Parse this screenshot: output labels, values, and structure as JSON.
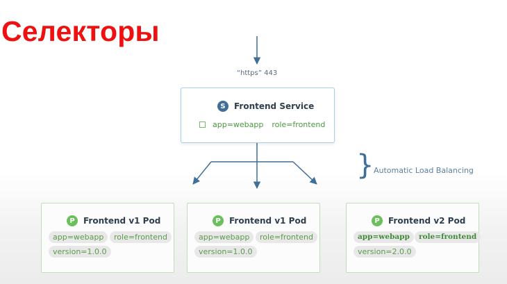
{
  "title": "Селекторы",
  "ingress": {
    "label": "“https” 443"
  },
  "service": {
    "badge": "S",
    "name": "Frontend Service",
    "selectors": [
      "app=webapp",
      "role=frontend"
    ]
  },
  "load_balancing": {
    "label": "Automatic Load Balancing"
  },
  "pods": [
    {
      "badge": "P",
      "name": "Frontend v1 Pod",
      "labels": {
        "app": "app=webapp",
        "role": "role=frontend",
        "version": "version=1.0.0"
      }
    },
    {
      "badge": "P",
      "name": "Frontend v1 Pod",
      "labels": {
        "app": "app=webapp",
        "role": "role=frontend",
        "version": "version=1.0.0"
      }
    },
    {
      "badge": "P",
      "name": "Frontend v2 Pod",
      "labels": {
        "app": "app=webapp",
        "role": "role=frontend",
        "version": "version=2.0.0"
      }
    }
  ],
  "colors": {
    "title": "#ee1111",
    "service_badge": "#3f6e96",
    "pod_badge": "#6bbf5c",
    "arrows": "#3f6e96",
    "label_text": "#5a9a4a"
  }
}
